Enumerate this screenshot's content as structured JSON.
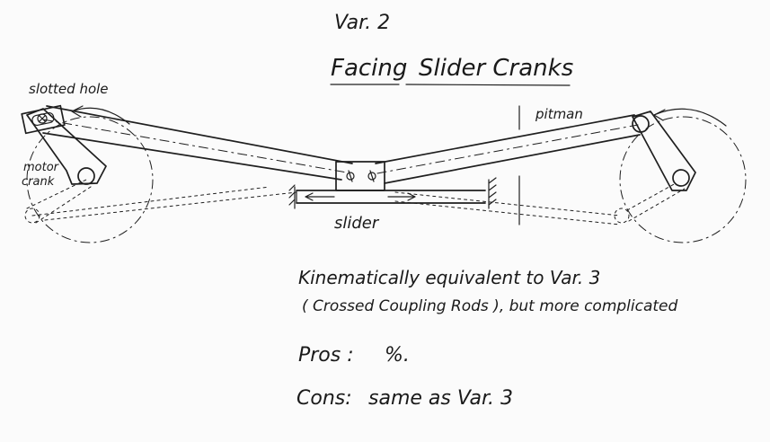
{
  "header": {
    "variant": "Var. 2",
    "title_word1": "Facing",
    "title_word2": "Slider Cranks"
  },
  "labels": {
    "slotted_hole": "slotted hole",
    "motor": "motor",
    "crank": "crank",
    "pitman": "pitman",
    "slider": "slider"
  },
  "notes": {
    "line1": "Kinematically equivalent to Var. 3",
    "line2": "( Crossed Coupling Rods ), but more complicated",
    "pros_label": "Pros :",
    "pros_value": "%.",
    "cons_label": "Cons:",
    "cons_value": "same as Var. 3"
  },
  "colors": {
    "ink": "#1f1f1f",
    "paper": "#fbfbfb"
  }
}
